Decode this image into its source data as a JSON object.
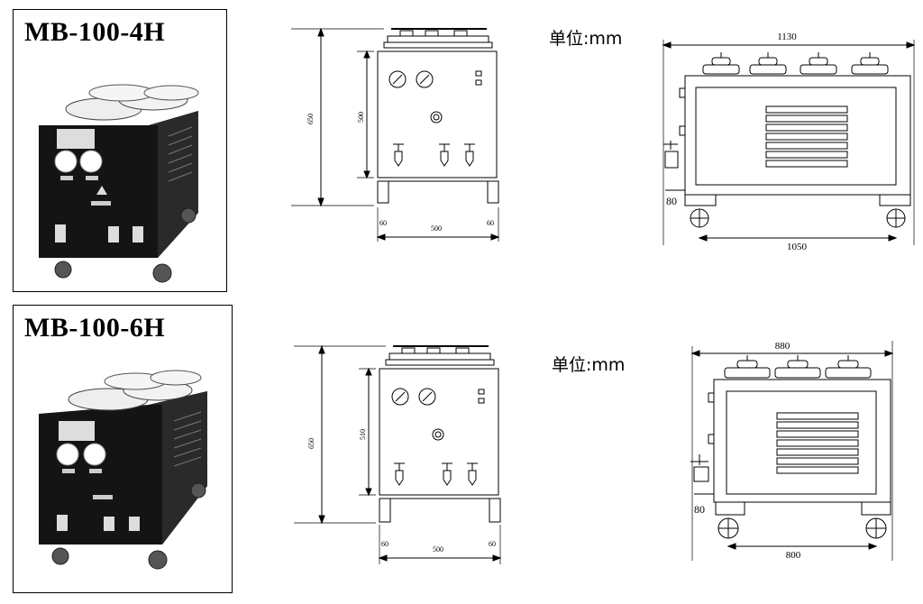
{
  "units_label": "单位:mm",
  "models": [
    {
      "name": "MB-100-4H",
      "front_view": {
        "height_total": "650",
        "height_body": "500",
        "foot_height": "60",
        "width": "500",
        "foot_width": "60"
      },
      "side_view": {
        "width_total": "1130",
        "wheelbase": "1050",
        "valve_offset": "80"
      }
    },
    {
      "name": "MB-100-6H",
      "front_view": {
        "height_total": "650",
        "height_body": "510",
        "foot_height": "60",
        "width": "500",
        "foot_width": "60"
      },
      "side_view": {
        "width_total": "880",
        "wheelbase": "800",
        "valve_offset": "80"
      }
    }
  ],
  "colors": {
    "line": "#000000",
    "machine_body": "#141414",
    "background": "#ffffff"
  }
}
